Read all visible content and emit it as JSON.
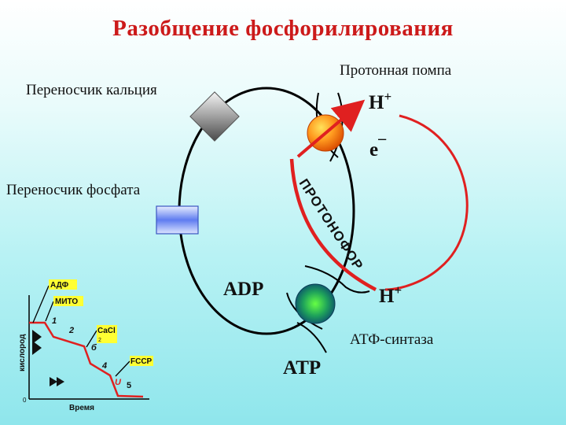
{
  "title": "Разобщение фосфорилирования",
  "labels": {
    "proton_pump": "Протонная помпа",
    "calcium_carrier": "Переносчик кальция",
    "phosphate_carrier": "Переносчик фосфата",
    "atp_synthase": "АТФ-синтаза",
    "h_plus_top": "H+",
    "electron": "e",
    "h_plus_bottom": "H+",
    "adp": "ADP",
    "atp": "ATP",
    "protonophore": "ПРОТОНОФОР"
  },
  "inset": {
    "ylabel": "кислород",
    "xlabel": "Время",
    "origin": "0",
    "tags": {
      "adp": "АДФ",
      "mito": "МИТО",
      "cacl": "CaCl",
      "cacl_sub": "2",
      "fccp": "FCCP"
    },
    "segments": {
      "s1": "1",
      "s2": "2",
      "s3": "б",
      "s4": "4",
      "s5": "5",
      "u": "U"
    }
  },
  "colors": {
    "title": "#cc1a1a",
    "proton_arc": "#e02020",
    "inset_trace": "#e02020",
    "tag_fill": "#ffff33"
  }
}
